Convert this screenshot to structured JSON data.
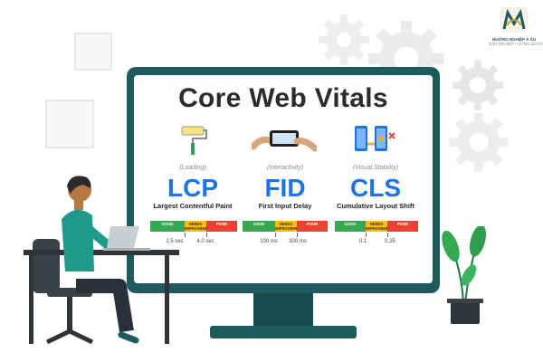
{
  "page": {
    "title": "Core Web Vitals"
  },
  "logo": {
    "name": "HƯỚNG NGHIỆP Á ÂU",
    "tagline": "DẪN NGHIỆP • VỮNG BƯỚC"
  },
  "metrics": [
    {
      "category": "(Loading)",
      "abbr": "LCP",
      "full": "Largest Contentful Paint",
      "bar": {
        "good": "GOOD",
        "ni": "NEEDS IMPROVEMENT",
        "poor": "POOR"
      },
      "thresholds": [
        "2.5 sec",
        "4.0 sec"
      ],
      "icon": "paint-roller-icon"
    },
    {
      "category": "(Interactivity)",
      "abbr": "FID",
      "full": "First Input Delay",
      "bar": {
        "good": "GOOD",
        "ni": "NEEDS IMPROVEMENT",
        "poor": "POOR"
      },
      "thresholds": [
        "100 ms",
        "300 ms"
      ],
      "icon": "phone-touch-icon"
    },
    {
      "category": "(Visual Stability)",
      "abbr": "CLS",
      "full": "Cumulative Layout Shift",
      "bar": {
        "good": "GOOD",
        "ni": "NEEDS IMPROVEMENT",
        "poor": "POOR"
      },
      "thresholds": [
        "0.1",
        "0.25"
      ],
      "icon": "layout-shift-icon"
    }
  ],
  "colors": {
    "accent": "#1a73e8",
    "monitor": "#1d5b5e",
    "good": "#34a853",
    "needs_improvement": "#fbbc04",
    "poor": "#ea4335"
  }
}
